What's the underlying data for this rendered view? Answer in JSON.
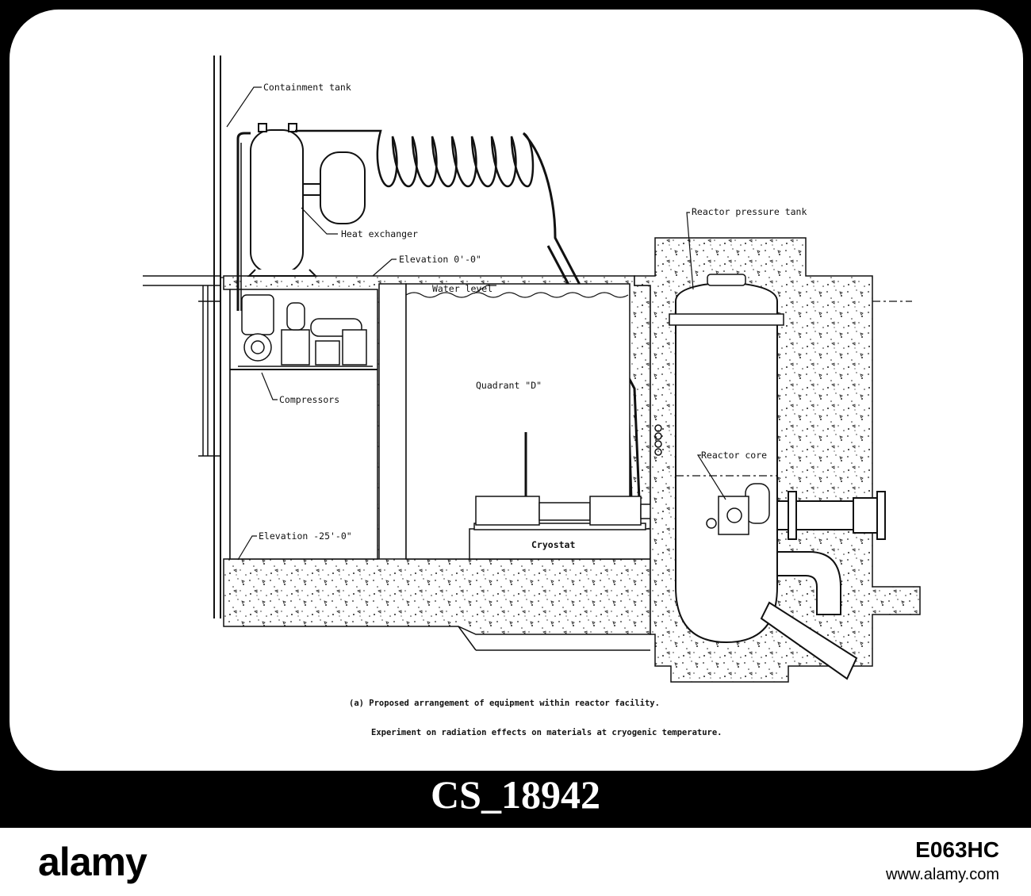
{
  "diagram": {
    "labels": {
      "containment_tank": "Containment tank",
      "heat_exchanger": "Heat exchanger",
      "elevation_top": "Elevation 0'-0\"",
      "reactor_pressure_tank": "Reactor pressure tank",
      "water_level": "Water level",
      "quadrant": "Quadrant \"D\"",
      "compressors": "Compressors",
      "reactor_core": "Reactor core",
      "elevation_bottom": "Elevation -25'-0\"",
      "cryostat": "Cryostat"
    },
    "caption_line1": "(a) Proposed arrangement of equipment within reactor facility.",
    "caption_line2": "Experiment on radiation effects on materials at cryogenic temperature."
  },
  "catalog_number": "CS_18942",
  "footer": {
    "brand": "alamy",
    "image_id": "E063HC",
    "site": "www.alamy.com"
  }
}
